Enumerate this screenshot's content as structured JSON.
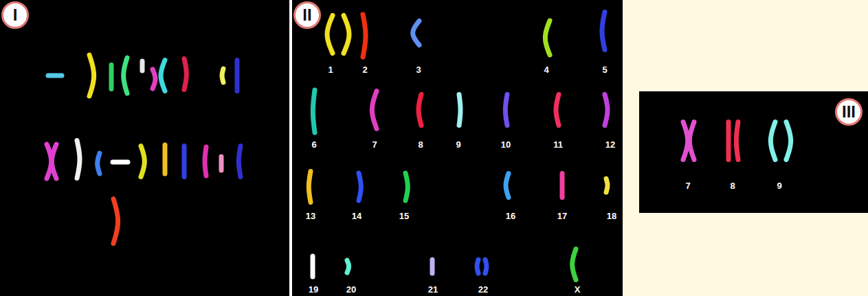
{
  "diagram": {
    "nodes": [
      {
        "text": [
          "I"
        ]
      },
      {
        "text": [
          "II"
        ]
      },
      {
        "text": [
          "III"
        ]
      }
    ],
    "labels": [
      "1",
      "2",
      "3",
      "4",
      "5",
      "6",
      "7",
      "8",
      "9",
      "10",
      "11",
      "12",
      "13",
      "14",
      "15",
      "16",
      "17",
      "18",
      "19",
      "20",
      "21",
      "22",
      "X",
      "7",
      "8",
      "9"
    ]
  }
}
